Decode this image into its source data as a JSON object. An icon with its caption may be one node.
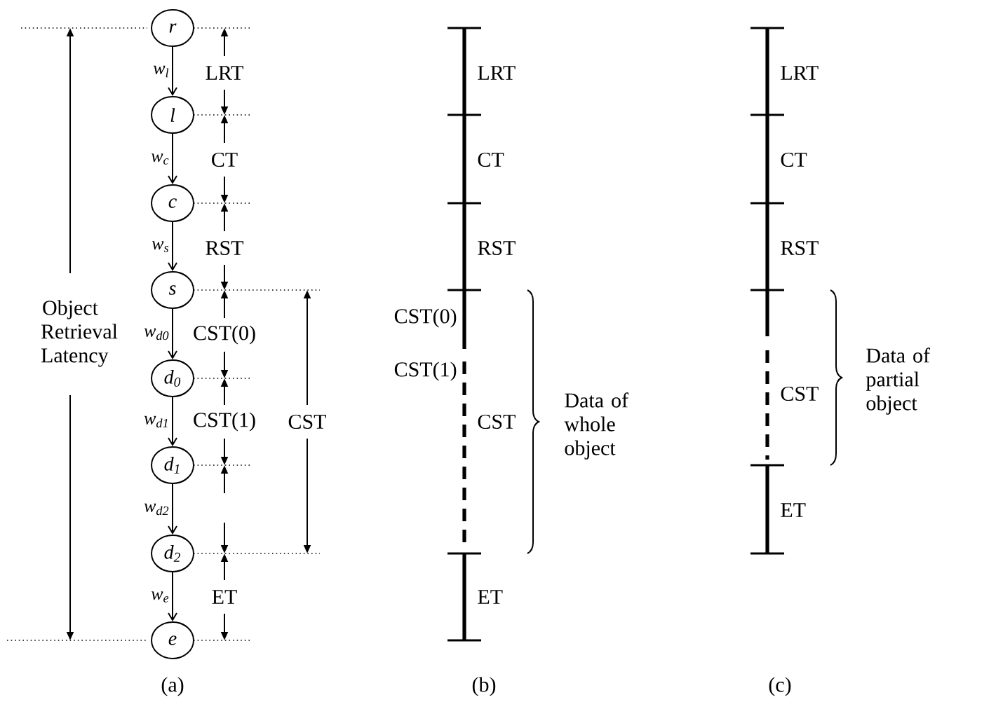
{
  "diagram": {
    "nodes": [
      {
        "text": [
          "r"
        ]
      },
      {
        "text": [
          "l"
        ]
      },
      {
        "text": [
          "c"
        ]
      },
      {
        "text": [
          "s"
        ]
      },
      {
        "text": [
          "d$_{0}$"
        ]
      },
      {
        "text": [
          "d$_{1}$"
        ]
      },
      {
        "text": [
          "d$_{2}$"
        ]
      },
      {
        "text": [
          "e"
        ]
      }
    ],
    "edges": [
      {
        "from": 0,
        "to": 1,
        "arrow": "to",
        "label": "w$_{l}$"
      },
      {
        "from": 1,
        "to": 2,
        "arrow": "to",
        "label": "w$_{c}$"
      },
      {
        "from": 2,
        "to": 3,
        "arrow": "to",
        "label": "w$_{s}$"
      },
      {
        "from": 3,
        "to": 4,
        "arrow": "to",
        "label": "w$_{d0}$"
      },
      {
        "from": 4,
        "to": 5,
        "arrow": "to",
        "label": "w$_{d1}$"
      },
      {
        "from": 5,
        "to": 6,
        "arrow": "to",
        "label": "w$_{d2}$"
      },
      {
        "from": 6,
        "to": 7,
        "arrow": "to",
        "label": "w$_{e}$"
      }
    ],
    "labels": [
      "LRT",
      "CT",
      "RST",
      "CST(0)",
      "CST(1)",
      "CST",
      "ET",
      "Object Retrieval Latency",
      "(a)",
      "LRT",
      "CT",
      "RST",
      "CST(0)",
      "CST(1)",
      "CST",
      "ET",
      "Data of whole object",
      "(b)",
      "LRT",
      "CT",
      "RST",
      "CST",
      "ET",
      "Data of partial object",
      "(c)"
    ]
  }
}
